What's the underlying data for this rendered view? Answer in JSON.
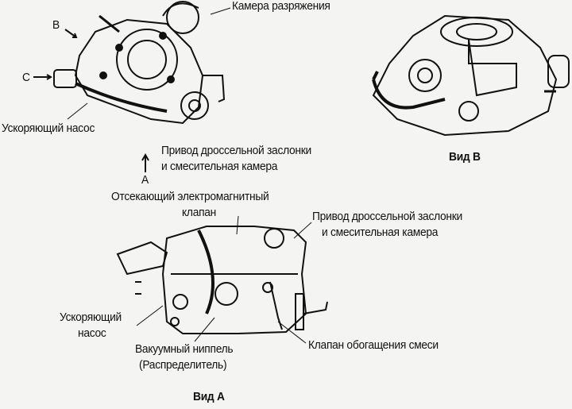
{
  "top_left_view": {
    "vacuum_chamber": "Камера разряжения",
    "marker_b": "B",
    "marker_c": "C",
    "accelerator_pump": "Ускоряющий насос",
    "throttle_line1": "Привод дроссельной заслонки",
    "throttle_line2": "и смесительная камера",
    "marker_a": "A"
  },
  "top_right_view": {
    "title": "Вид B"
  },
  "bottom_view": {
    "solenoid_line1": "Отсекающий электромагнитный",
    "solenoid_line2": "клапан",
    "throttle_line1": "Привод дроссельной заслонки",
    "throttle_line2": "и смесительная камера",
    "pump_line1": "Ускоряющий",
    "pump_line2": "насос",
    "vacuum_line1": "Вакуумный ниппель",
    "vacuum_line2": "(Распределитель)",
    "enrichment_valve": "Клапан обогащения смеси",
    "title": "Вид А"
  }
}
